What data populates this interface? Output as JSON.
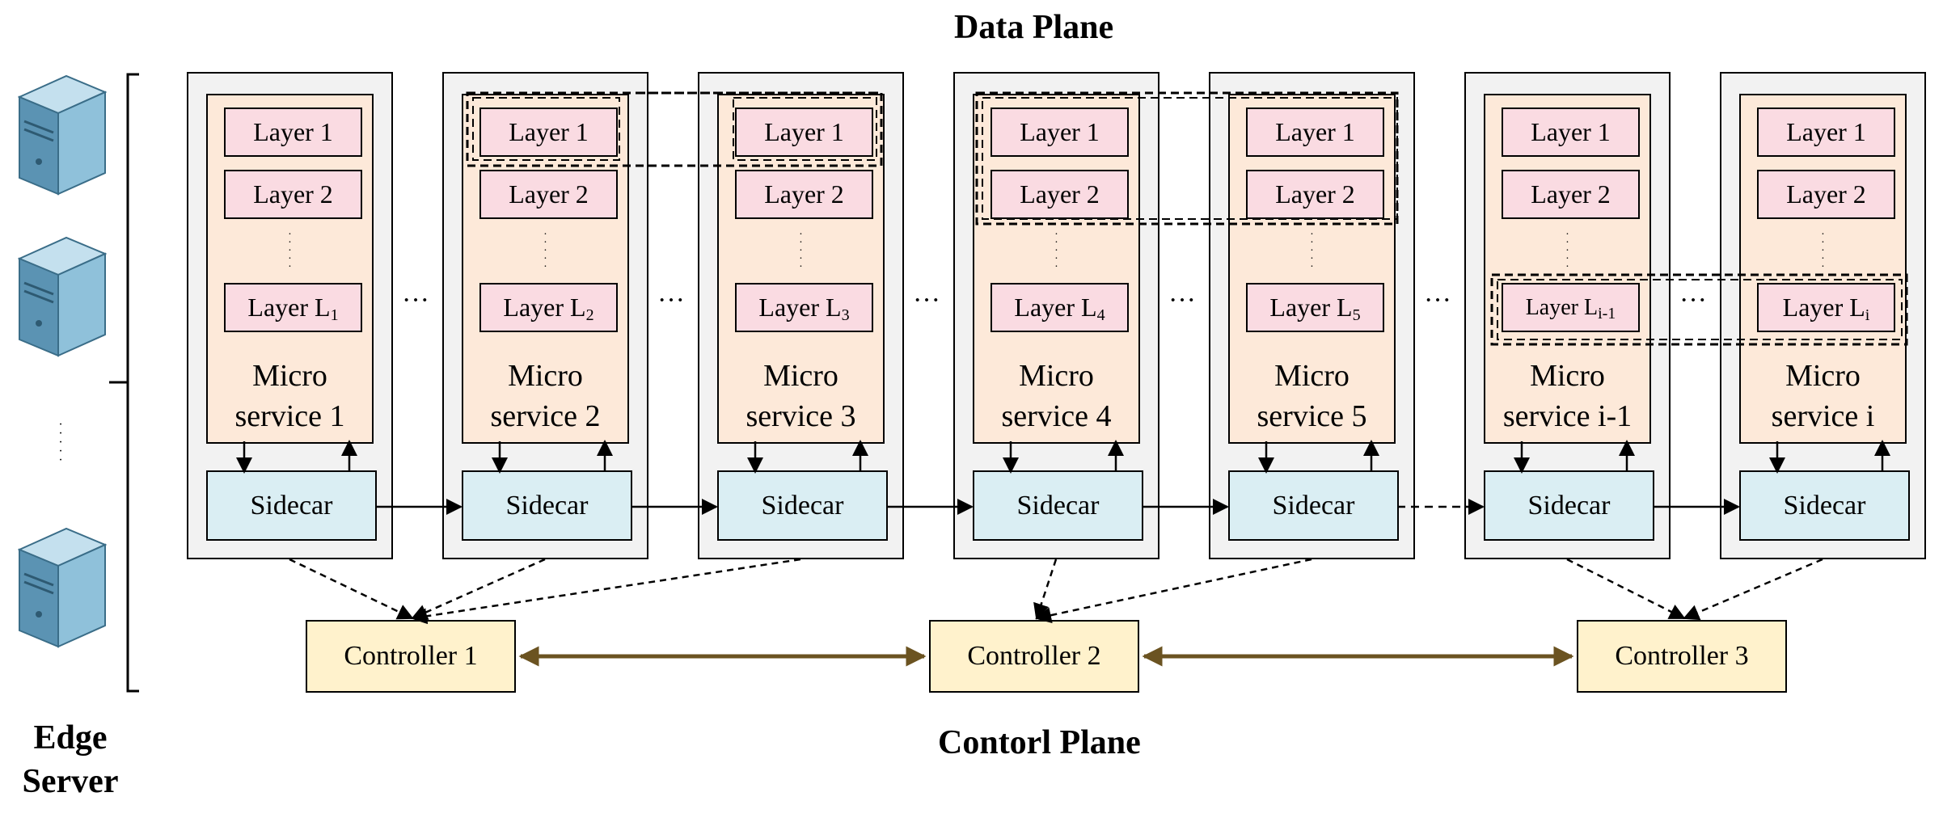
{
  "headings": {
    "data_plane": "Data Plane",
    "control_plane": "Contorl Plane"
  },
  "edge_server": {
    "line1": "Edge",
    "line2": "Server"
  },
  "layer_labels": {
    "layer1": "Layer 1",
    "layer2": "Layer 2",
    "layer_last": "Layer L"
  },
  "microservices": [
    {
      "micro": "Micro",
      "service": "service 1",
      "last_sub": "1"
    },
    {
      "micro": "Micro",
      "service": "service 2",
      "last_sub": "2"
    },
    {
      "micro": "Micro",
      "service": "service 3",
      "last_sub": "3"
    },
    {
      "micro": "Micro",
      "service": "service 4",
      "last_sub": "4"
    },
    {
      "micro": "Micro",
      "service": "service 5",
      "last_sub": "5"
    },
    {
      "micro": "Micro",
      "service": "service i-1",
      "last_sub": "i-1"
    },
    {
      "micro": "Micro",
      "service": "service i",
      "last_sub": "i"
    }
  ],
  "sidecar_label": "Sidecar",
  "controllers": [
    "Controller 1",
    "Controller 2",
    "Controller 3"
  ],
  "ellipsis": "···",
  "vertical_dots": "·\n·\n·\n·\n·",
  "colors": {
    "column_bg": "#f2f2f2",
    "microservice_bg": "#fde9d9",
    "layer_bg": "#fadbe2",
    "sidecar_bg": "#daeef3",
    "controller_bg": "#fff2cc",
    "controller_link": "#6b5321",
    "server_body": "#7fb2cc"
  },
  "icons": {
    "server": "server-tower-icon"
  }
}
